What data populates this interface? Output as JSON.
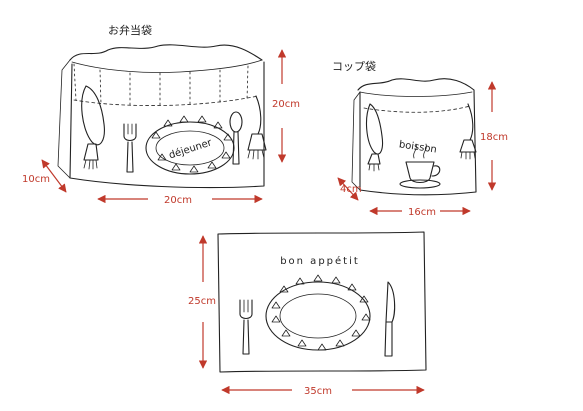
{
  "colors": {
    "ink": "#222222",
    "dimension": "#c0392b",
    "background": "#ffffff"
  },
  "lunch_bag": {
    "title": "お弁当袋",
    "label_text": "déjeuner",
    "height": "20cm",
    "width": "20cm",
    "depth": "10cm"
  },
  "cup_bag": {
    "title": "コップ袋",
    "label_text": "boisson",
    "height": "18cm",
    "width": "16cm",
    "depth": "4cm"
  },
  "placemat": {
    "label_text": "bon appétit",
    "height": "25cm",
    "width": "35cm"
  },
  "icons": [
    "fork-icon",
    "knife-icon",
    "spoon-icon",
    "teacup-icon",
    "tassel-icon",
    "plate-icon"
  ]
}
